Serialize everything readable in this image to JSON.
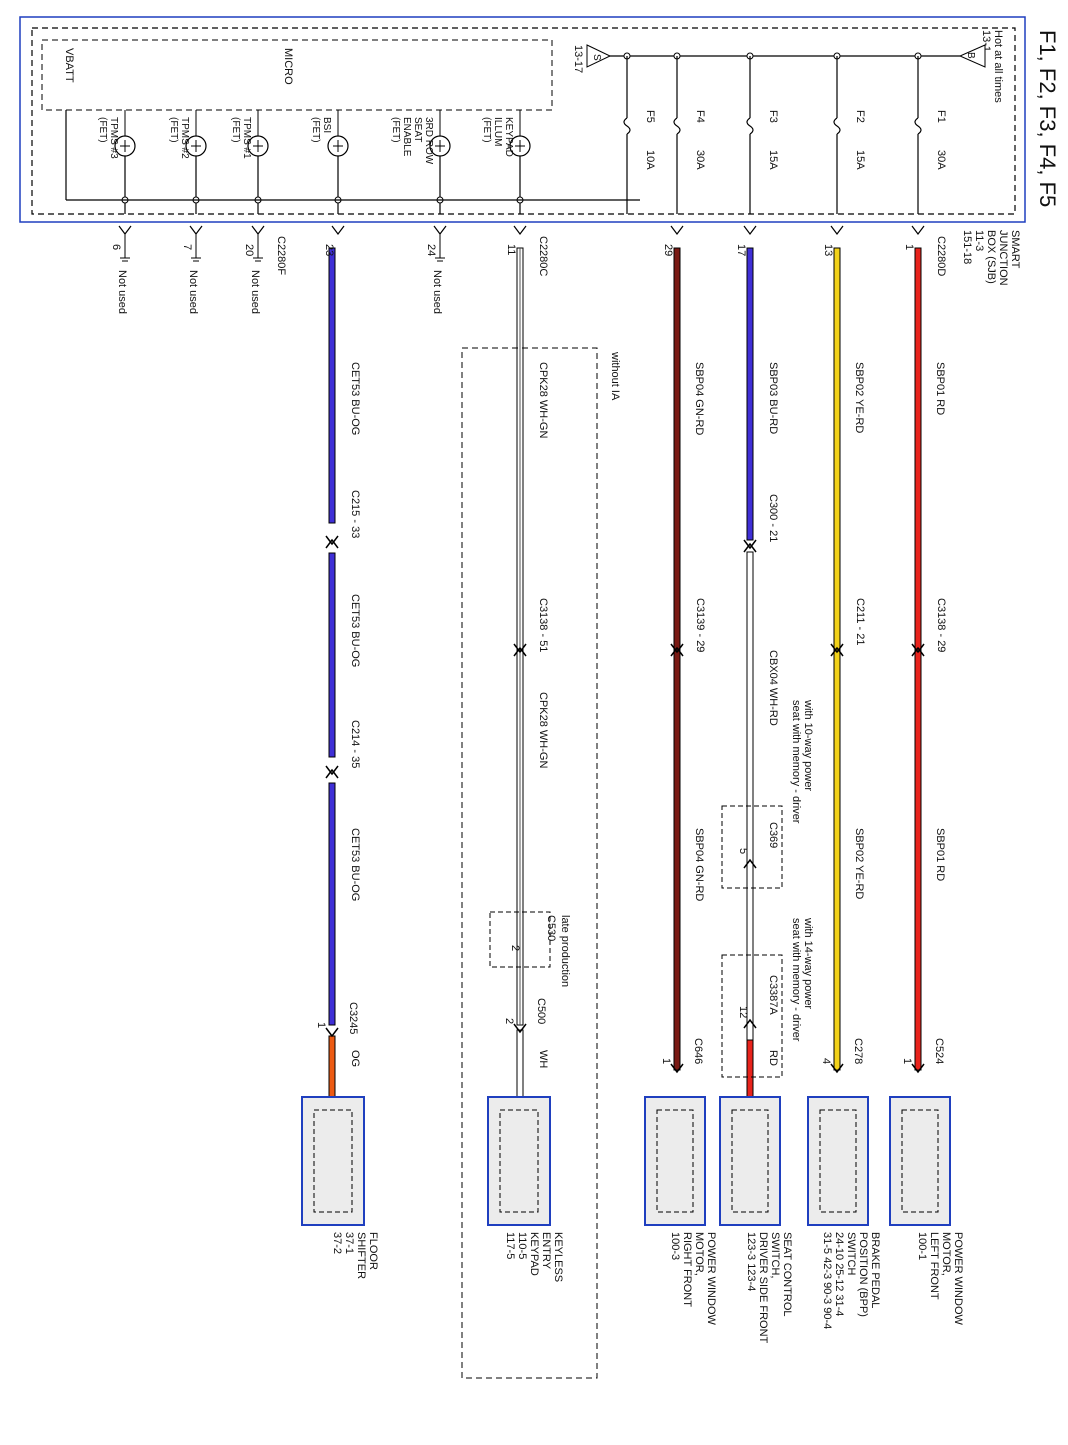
{
  "title": "F1, F2, F3, F4, F5",
  "sjb": {
    "hot": [
      "Hot at all times",
      "13-1"
    ],
    "hot_sym": "B",
    "name": [
      "SMART",
      "JUNCTION",
      "BOX (SJB)",
      "11-3",
      "151-18"
    ],
    "s_sym": "S",
    "s_ref": "13-17",
    "micro": "MICRO",
    "vbatt": "VBATT"
  },
  "fuses": [
    {
      "name": "F1",
      "amp": "30A"
    },
    {
      "name": "F2",
      "amp": "15A"
    },
    {
      "name": "F3",
      "amp": "15A"
    },
    {
      "name": "F4",
      "amp": "30A"
    },
    {
      "name": "F5",
      "amp": "10A"
    }
  ],
  "fets": [
    {
      "label": [
        "KEYPAD",
        "ILLUM",
        "(FET)"
      ]
    },
    {
      "label": [
        "3RD ROW",
        "SEAT",
        "ENABLE",
        "(FET)"
      ]
    },
    {
      "label": [
        "BSI",
        "(FET)"
      ]
    },
    {
      "label": [
        "TPMS #1",
        "(FET)"
      ]
    },
    {
      "label": [
        "TPMS #2",
        "(FET)"
      ]
    },
    {
      "label": [
        "TPMS #3",
        "(FET)"
      ]
    }
  ],
  "top_pins": [
    {
      "conn": "C2280D",
      "pin": "1"
    },
    {
      "conn": "",
      "pin": "13"
    },
    {
      "conn": "",
      "pin": "17"
    },
    {
      "conn": "",
      "pin": "29"
    },
    {
      "conn": "C2280C",
      "pin": "11"
    },
    {
      "conn": "",
      "pin": "24",
      "note": "Not used"
    },
    {
      "conn": "",
      "pin": "23"
    },
    {
      "conn": "C2280F",
      "pin": "20",
      "note": "Not used"
    },
    {
      "conn": "",
      "pin": "7",
      "note": "Not used"
    },
    {
      "conn": "",
      "pin": "6",
      "note": "Not used"
    }
  ],
  "wire_labels": {
    "w1": [
      "SBP01  RD",
      "SBP01  RD"
    ],
    "w2": [
      "SBP02  YE-RD",
      "SBP02  YE-RD"
    ],
    "w3": [
      "SBP03  BU-RD",
      "CBX04  WH-RD",
      "RD"
    ],
    "w4": [
      "SBP04  GN-RD",
      "SBP04  GN-RD"
    ],
    "w5": [
      "CPK28  WH-GN",
      "CPK28  WH-GN",
      "WH"
    ],
    "w6": [
      "CET53  BU-OG",
      "CET53  BU-OG",
      "CET53  BU-OG",
      "OG"
    ]
  },
  "inline": {
    "c3138_29": "C3138 - 29",
    "c211_21": "C211 - 21",
    "c300_21": "C300 - 21",
    "c3139_29": "C3139 - 29",
    "c3138_51": "C3138 - 51",
    "c215_33": "C215 - 33",
    "c214_35": "C214 - 35"
  },
  "bottom_conns": {
    "c524": [
      "C524",
      "1"
    ],
    "c278": [
      "C278",
      "4"
    ],
    "c3387a": [
      "C3387A",
      "12"
    ],
    "c369": [
      "C369",
      "5"
    ],
    "c646": [
      "C646",
      "1"
    ],
    "c500": [
      "C500",
      "2"
    ],
    "c530": [
      "C530",
      "2"
    ],
    "c3245": [
      "C3245",
      "1"
    ]
  },
  "notes": {
    "without_ia": "without IA",
    "late_prod": "late production",
    "seat10": [
      "with 10-way power",
      "seat with memory - driver"
    ],
    "seat14": [
      "with 14-way power",
      "seat with memory - driver"
    ]
  },
  "components": [
    {
      "label": [
        "POWER WINDOW",
        "MOTOR,",
        "LEFT FRONT",
        "100-1"
      ]
    },
    {
      "label": [
        "BRAKE PEDAL",
        "POSITION (BPP)",
        "SWITCH",
        "24-10    25-12    31-4",
        "31-5      42-3     90-3      90-4"
      ]
    },
    {
      "label": [
        "SEAT CONTROL",
        "SWITCH,",
        "DRIVER SIDE FRONT",
        "123-3    123-4"
      ]
    },
    {
      "label": [
        "POWER WINDOW",
        "MOTOR,",
        "RIGHT FRONT",
        "100-3"
      ]
    },
    {
      "label": [
        "KEYLESS",
        "ENTRY",
        "KEYPAD",
        "110-5",
        "117-5"
      ]
    },
    {
      "label": [
        "FLOOR",
        "SHIFTER",
        "37-1",
        "37-2"
      ]
    }
  ],
  "colors": {
    "frame": "#1f3fbf",
    "red": "#e8231c",
    "yellow": "#f2d21a",
    "blue": "#3f2fd6",
    "green_red": "#7a1a14",
    "white": "#ffffff",
    "orange": "#ec5a12"
  }
}
